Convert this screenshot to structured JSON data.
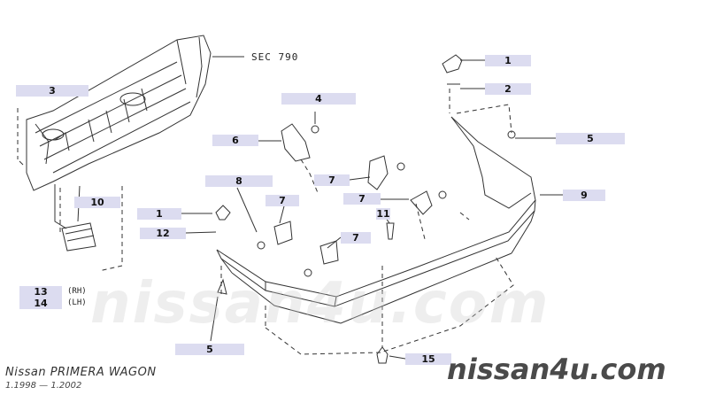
{
  "diagram": {
    "section_ref": "SEC 790",
    "model": "Nissan PRIMERA WAGON",
    "years": "1.1998 — 1.2002",
    "watermark": "nissan4u.com",
    "callout_color": "#dcdcf0",
    "callouts": {
      "c1_top": "1",
      "c2": "2",
      "c3": "3",
      "c4": "4",
      "c5_right": "5",
      "c6": "6",
      "c7_a": "7",
      "c7_b": "7",
      "c7_c": "7",
      "c7_d": "7",
      "c8": "8",
      "c9": "9",
      "c10": "10",
      "c11": "11",
      "c1_left": "1",
      "c12": "12",
      "c13": "13",
      "c14": "14",
      "c5_bottom": "5",
      "c15": "15"
    },
    "sides": {
      "rh": "(RH)",
      "lh": "(LH)"
    }
  }
}
